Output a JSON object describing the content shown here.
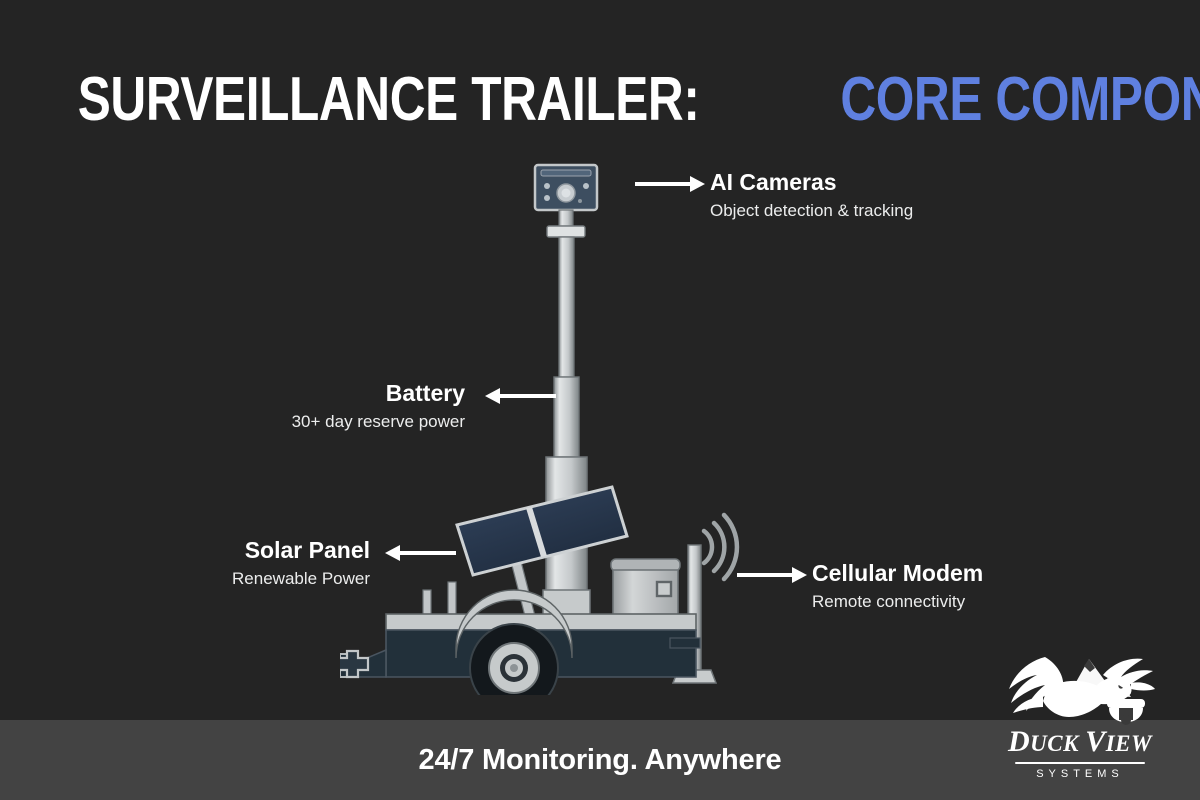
{
  "page": {
    "background_color": "#242424",
    "footer_color": "#434343",
    "accent_color": "#5f80e0"
  },
  "title": {
    "part_white": "SURVEILLANCE TRAILER: ",
    "part_blue": "CORE COMPONENTS"
  },
  "callouts": [
    {
      "key": "ai_cameras",
      "title": "AI Cameras",
      "subtitle": "Object detection & tracking",
      "arrow_direction": "right",
      "icon": "arrow-right-icon"
    },
    {
      "key": "battery",
      "title": "Battery",
      "subtitle": "30+ day reserve power",
      "arrow_direction": "left",
      "icon": "arrow-left-icon"
    },
    {
      "key": "solar_panel",
      "title": "Solar Panel",
      "subtitle": "Renewable Power",
      "arrow_direction": "left",
      "icon": "arrow-left-icon"
    },
    {
      "key": "cellular_modem",
      "title": "Cellular Modem",
      "subtitle": "Remote connectivity",
      "arrow_direction": "right",
      "icon": "arrow-right-icon"
    }
  ],
  "illustration": {
    "name": "surveillance-trailer-illustration",
    "parts": [
      "camera-head",
      "telescoping-mast",
      "solar-panel",
      "equipment-cabinet",
      "cellular-antenna",
      "trailer-chassis",
      "trailer-wheel",
      "trailer-hitch",
      "stabilizer-jack"
    ],
    "colors": {
      "mast": "#c9cccd",
      "solar_panel": "#2b3a53",
      "chassis": "#22303a",
      "camera_body": "#3a4a5c",
      "cabinet": "#b9bcbd"
    }
  },
  "footer": {
    "tagline": "24/7 Monitoring. Anywhere"
  },
  "logo": {
    "name_first": "D",
    "name_rest": "UCK ",
    "name_second": "V",
    "name_second_rest": "IEW",
    "full_name": "Duck View",
    "subtitle": "SYSTEMS",
    "mark": "flying-duck-with-camera-icon"
  }
}
